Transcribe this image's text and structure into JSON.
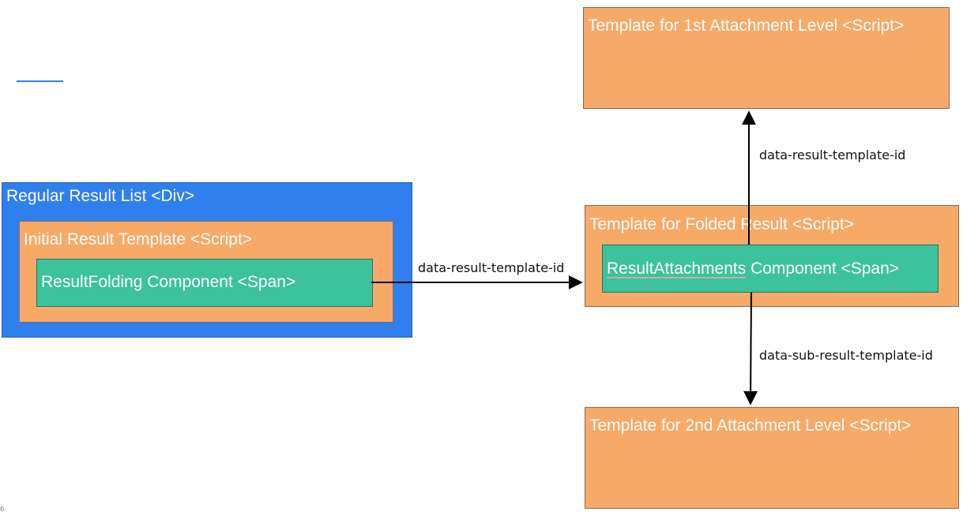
{
  "nodes": {
    "regular_result_list": "Regular Result List <Div>",
    "initial_result_template": "Initial Result Template <Script>",
    "result_folding_component": "ResultFolding Component <Span>",
    "folded_result_template": "Template for Folded Result <Script>",
    "result_attachments_name": "ResultAttachments",
    "result_attachments_suffix": " Component <Span>",
    "first_attachment_template": "Template for 1st Attachment Level <Script>",
    "second_attachment_template": "Template for 2nd Attachment Level <Script>"
  },
  "edges": {
    "folding_to_folded": "data-result-template-id",
    "attachments_to_first": "data-result-template-id",
    "attachments_to_second": "data-sub-result-template-id"
  },
  "page_number": "6",
  "colors": {
    "blue": "#2f7fef",
    "orange": "#f7aa68",
    "green": "#3cc29d"
  }
}
